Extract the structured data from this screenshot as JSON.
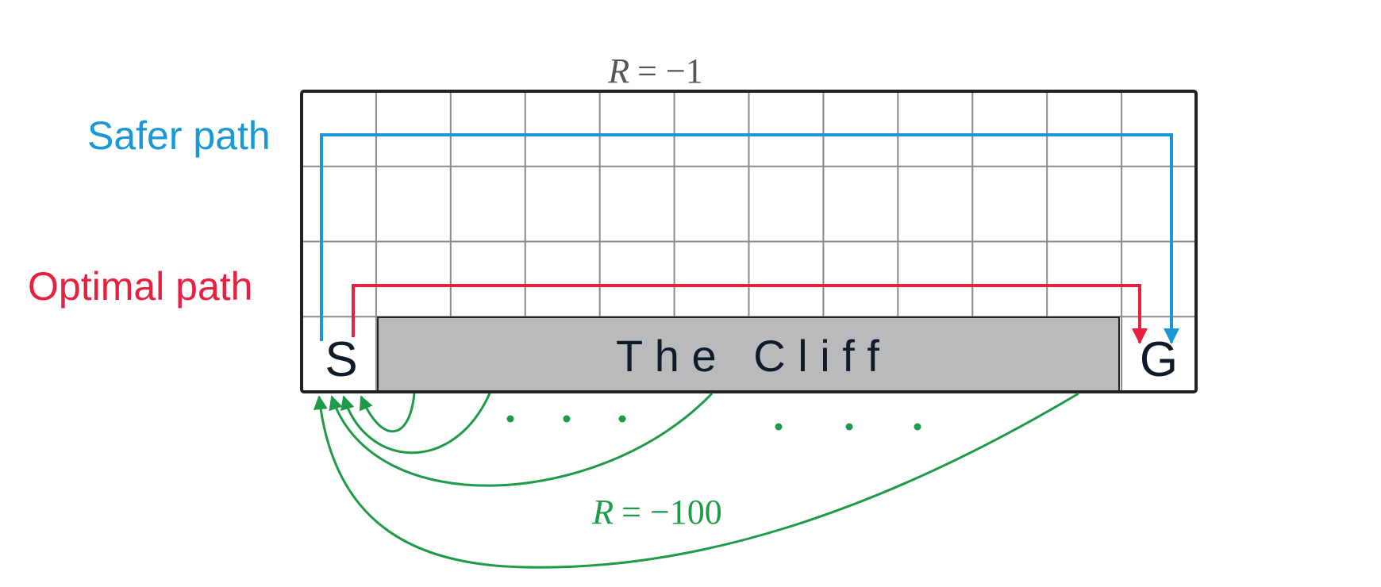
{
  "reward_top": {
    "symbol": "R",
    "value": "= −1"
  },
  "reward_bottom": {
    "symbol": "R",
    "value": "= −100"
  },
  "safer_path_label": "Safer path",
  "optimal_path_label": "Optimal path",
  "start_label": "S",
  "goal_label": "G",
  "cliff_label": "T h e   C l i f f",
  "grid": {
    "rows": 4,
    "cols": 12
  },
  "colors": {
    "safer": "#1a97d5",
    "optimal": "#e8203f",
    "fall": "#1f9a48",
    "cliff_fill": "#b9babb",
    "grid_line": "#8a8a8a",
    "border": "#222222",
    "reward_text": "#555555",
    "cell_text": "#0f1b2a"
  }
}
